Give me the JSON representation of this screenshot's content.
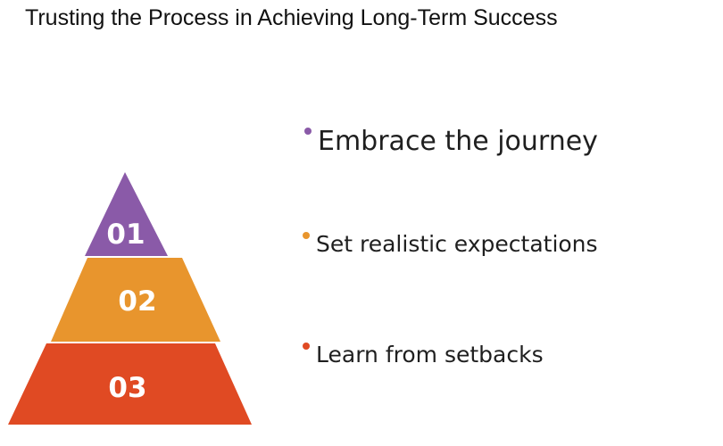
{
  "title": "Trusting the Process in Achieving Long-Term Success",
  "pyramid": {
    "tiers": [
      {
        "label": "01",
        "color": "#8a5aa8"
      },
      {
        "label": "02",
        "color": "#e8952d"
      },
      {
        "label": "03",
        "color": "#e04a23"
      }
    ]
  },
  "points": [
    {
      "text": "Embrace the journey",
      "color": "#8a5aa8"
    },
    {
      "text": "Set realistic expectations",
      "color": "#e8952d"
    },
    {
      "text": "Learn from setbacks",
      "color": "#e04a23"
    }
  ]
}
